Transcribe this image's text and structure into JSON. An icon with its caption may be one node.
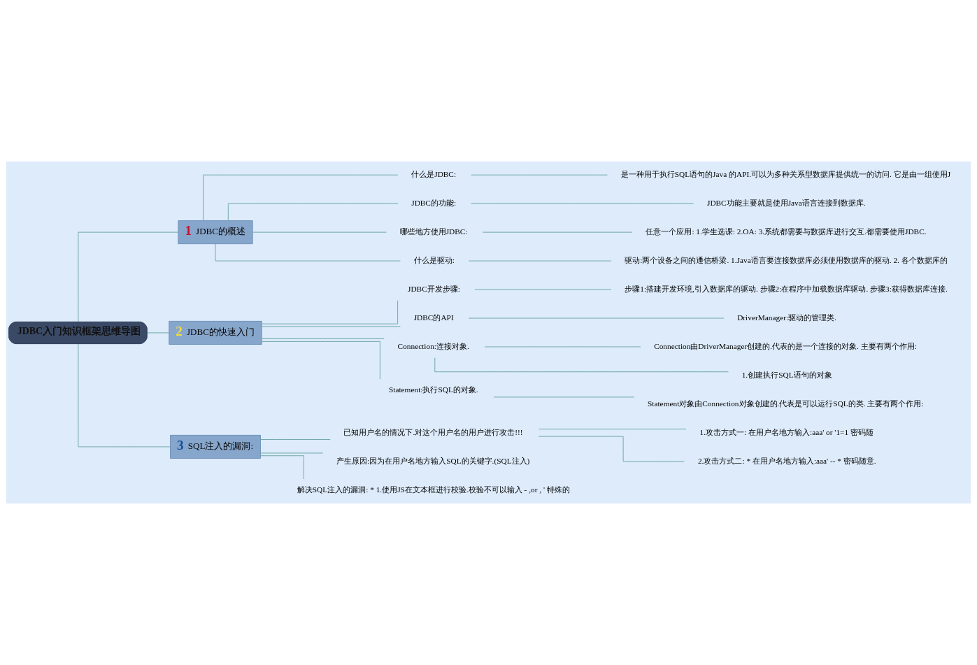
{
  "diagram": {
    "nodes": [
      {
        "text": [
          "JDBC入门知识框架思维导图"
        ]
      },
      {
        "text": [
          "1",
          "JDBC的概述"
        ]
      },
      {
        "text": [
          "什么是JDBC:"
        ]
      },
      {
        "text": [
          "是一种用于执行SQL语句的Java 的API.可以为多种关系型数据库提供统一的访问. 它是由一组使用J"
        ]
      },
      {
        "text": [
          "JDBC的功能:"
        ]
      },
      {
        "text": [
          "JDBC功能主要就是使用Java语言连接到数据库."
        ]
      },
      {
        "text": [
          "哪些地方使用JDBC:"
        ]
      },
      {
        "text": [
          "任意一个应用: 1.学生选课: 2.OA: 3.系统都需要与数据库进行交互.都需要使用JDBC."
        ]
      },
      {
        "text": [
          "什么是驱动:"
        ]
      },
      {
        "text": [
          "驱动:两个设备之间的通信桥梁. 1.Java语言要连接数据库必须使用数据库的驱动. 2. 各个数据库的"
        ]
      },
      {
        "text": [
          "2",
          "JDBC的快速入门"
        ]
      },
      {
        "text": [
          "JDBC开发步骤:"
        ]
      },
      {
        "text": [
          "步骤1:搭建开发环境,引入数据库的驱动. 步骤2:在程序中加载数据库驱动. 步骤3:获得数据库连接."
        ]
      },
      {
        "text": [
          "JDBC的API"
        ]
      },
      {
        "text": [
          "DriverManager:驱动的管理类."
        ]
      },
      {
        "text": [
          "Connection:连接对象."
        ]
      },
      {
        "text": [
          "Connection由DriverManager创建的.代表的是一个连接的对象. 主要有两个作用:"
        ]
      },
      {
        "text": [
          "1.创建执行SQL语句的对象"
        ]
      },
      {
        "text": [
          "Statement:执行SQL的对象."
        ]
      },
      {
        "text": [
          "Statement对象由Connection对象创建的.代表是可以运行SQL的类. 主要有两个作用:"
        ]
      },
      {
        "text": [
          "3",
          "SQL注入的漏洞:"
        ]
      },
      {
        "text": [
          "已知用户名的情况下.对这个用户名的用户进行攻击!!!"
        ]
      },
      {
        "text": [
          "1.攻击方式一: 在用户名地方输入:aaa' or '1=1 密码随"
        ]
      },
      {
        "text": [
          "2.攻击方式二: * 在用户名地方输入:aaa' -- * 密码随意."
        ]
      },
      {
        "text": [
          "产生原因:因为在用户名地方输入SQL的关键字.(SQL注入)"
        ]
      },
      {
        "text": [
          "解决SQL注入的漏洞: * 1.使用JS在文本框进行校验.校验不可以输入 - ,or , ' 特殊的"
        ]
      }
    ],
    "edges": [
      {
        "from": 0,
        "to": 1,
        "arrow": "none"
      },
      {
        "from": 1,
        "to": 2,
        "arrow": "none"
      },
      {
        "from": 2,
        "to": 3,
        "arrow": "none"
      },
      {
        "from": 1,
        "to": 4,
        "arrow": "none"
      },
      {
        "from": 4,
        "to": 5,
        "arrow": "none"
      },
      {
        "from": 1,
        "to": 6,
        "arrow": "none"
      },
      {
        "from": 6,
        "to": 7,
        "arrow": "none"
      },
      {
        "from": 1,
        "to": 8,
        "arrow": "none"
      },
      {
        "from": 8,
        "to": 9,
        "arrow": "none"
      },
      {
        "from": 0,
        "to": 10,
        "arrow": "none"
      },
      {
        "from": 10,
        "to": 11,
        "arrow": "none"
      },
      {
        "from": 11,
        "to": 12,
        "arrow": "none"
      },
      {
        "from": 10,
        "to": 13,
        "arrow": "none"
      },
      {
        "from": 13,
        "to": 14,
        "arrow": "none"
      },
      {
        "from": 10,
        "to": 15,
        "arrow": "none"
      },
      {
        "from": 15,
        "to": 16,
        "arrow": "none"
      },
      {
        "from": 15,
        "to": 17,
        "arrow": "none"
      },
      {
        "from": 10,
        "to": 18,
        "arrow": "none"
      },
      {
        "from": 18,
        "to": 19,
        "arrow": "none"
      },
      {
        "from": 0,
        "to": 20,
        "arrow": "none"
      },
      {
        "from": 20,
        "to": 21,
        "arrow": "none"
      },
      {
        "from": 21,
        "to": 22,
        "arrow": "none"
      },
      {
        "from": 21,
        "to": 23,
        "arrow": "none"
      },
      {
        "from": 20,
        "to": 24,
        "arrow": "none"
      },
      {
        "from": 20,
        "to": 25,
        "arrow": "none"
      }
    ]
  }
}
